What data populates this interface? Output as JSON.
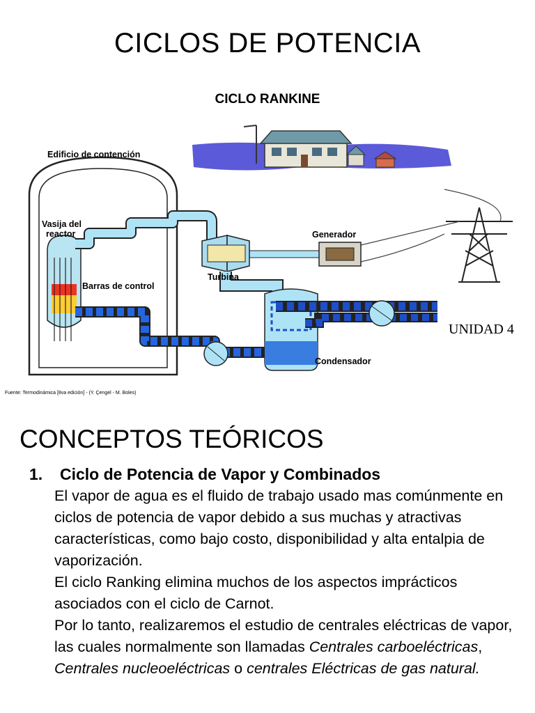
{
  "title": "CICLOS DE POTENCIA",
  "subtitle": "CICLO RANKINE",
  "diagram": {
    "labels": {
      "containment": "Edificio de contención",
      "vessel_line1": "Vasija del",
      "vessel_line2": "reactor",
      "control_rods": "Barras de control",
      "turbine": "Turbina",
      "generator": "Generador",
      "condenser": "Condensador"
    }
  },
  "unit_label": "UNIDAD 4",
  "source": "Fuente: Termodinámica [8va edición] - (Y. Çengel - M. Boles)",
  "heading": "CONCEPTOS TEÓRICOS",
  "section": {
    "number": "1.",
    "title": "Ciclo de Potencia de Vapor y Combinados",
    "p1": "El vapor de agua es el fluido de trabajo usado mas comúnmente en ciclos de potencia de vapor debido a sus muchas y atractivas características, como bajo costo, disponibilidad y alta entalpia de vaporización.",
    "p2": "El ciclo Ranking elimina muchos de los aspectos imprácticos asociados con el ciclo de Carnot.",
    "p3_start": "Por lo tanto, realizaremos el estudio de centrales eléctricas de vapor, las cuales normalmente son llamadas ",
    "p3_em1": "Centrales carboeléctricas",
    "p3_sep1": ", ",
    "p3_em2": "Centrales nucleoeléctricas",
    "p3_mid": " o ",
    "p3_em3": "centrales Eléctricas de gas natural."
  }
}
